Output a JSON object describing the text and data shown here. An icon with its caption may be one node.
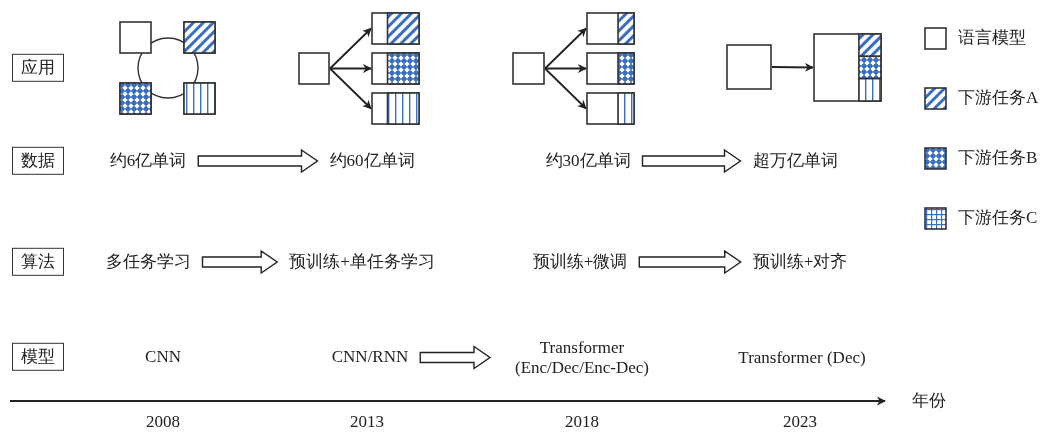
{
  "diagram": {
    "nodes": [
      {
        "text": [
          "应用"
        ]
      },
      {
        "text": [],
        "shape": "box"
      },
      {
        "text": [],
        "shape": "box"
      },
      {
        "text": [],
        "shape": "box"
      },
      {
        "text": [],
        "shape": "box"
      },
      {
        "text": [],
        "shape": "box"
      },
      {
        "text": [],
        "shape": "box"
      },
      {
        "text": [],
        "shape": "box"
      },
      {
        "text": [],
        "shape": "box"
      },
      {
        "text": [],
        "shape": "box"
      },
      {
        "text": [],
        "shape": "box"
      },
      {
        "text": [],
        "shape": "box"
      },
      {
        "text": [],
        "shape": "box"
      },
      {
        "text": [],
        "shape": "box"
      },
      {
        "text": [],
        "shape": "box"
      },
      {
        "text": [
          "数据"
        ]
      },
      {
        "text": [
          "约6亿单词"
        ]
      },
      {
        "text": [
          "约60亿单词"
        ]
      },
      {
        "text": [
          "约30亿单词"
        ]
      },
      {
        "text": [
          "超万亿单词"
        ]
      },
      {
        "text": [
          "算法"
        ]
      },
      {
        "text": [
          "多任务学习"
        ]
      },
      {
        "text": [
          "预训练+单任务学习"
        ]
      },
      {
        "text": [
          "预训练+微调"
        ]
      },
      {
        "text": [
          "预训练+对齐"
        ]
      },
      {
        "text": [
          "模型"
        ]
      },
      {
        "text": [
          "CNN/RNN"
        ]
      },
      {
        "text": [
          "Transformer (Enc/Dec/Enc-Dec)"
        ]
      }
    ],
    "edges": [
      {
        "from": 5,
        "to": 6,
        "arrow": "to"
      },
      {
        "from": 5,
        "to": 7,
        "arrow": "to"
      },
      {
        "from": 5,
        "to": 8,
        "arrow": "to"
      },
      {
        "from": 9,
        "to": 10,
        "arrow": "to"
      },
      {
        "from": 9,
        "to": 11,
        "arrow": "to"
      },
      {
        "from": 9,
        "to": 12,
        "arrow": "to"
      },
      {
        "from": 13,
        "to": 14,
        "arrow": "to"
      },
      {
        "from": 16,
        "to": 17,
        "arrow": "to",
        "style": "thick"
      },
      {
        "from": 18,
        "to": 19,
        "arrow": "to",
        "style": "thick"
      },
      {
        "from": 21,
        "to": 22,
        "arrow": "to",
        "style": "thick"
      },
      {
        "from": 23,
        "to": 24,
        "arrow": "to",
        "style": "thick"
      },
      {
        "from": 26,
        "to": 27,
        "arrow": "to",
        "style": "thick"
      }
    ],
    "labels": [
      "CNN",
      "Transformer (Dec)",
      "年份",
      "2008",
      "2013",
      "2018",
      "2023"
    ],
    "legend": [
      {
        "text": "语言模型"
      },
      {
        "text": "下游任务A"
      },
      {
        "text": "下游任务B"
      },
      {
        "text": "下游任务C"
      }
    ]
  }
}
